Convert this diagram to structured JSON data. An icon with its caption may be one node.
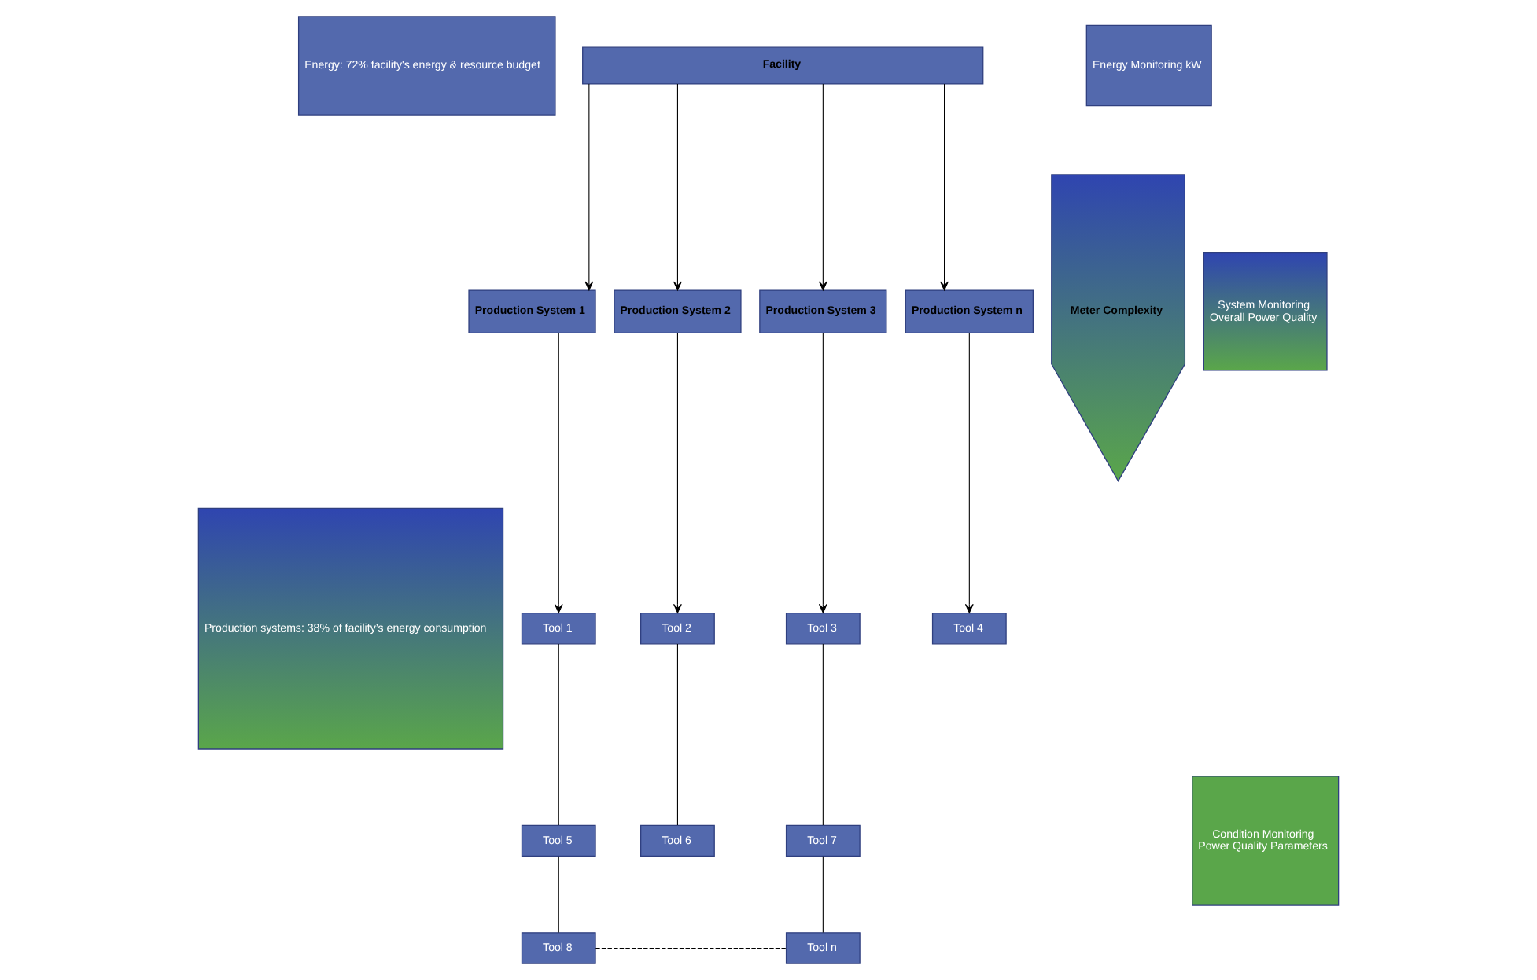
{
  "diagram": {
    "nodes": [
      {
        "text": [
          "Energy: 72% facility's energy & resource budget"
        ]
      },
      {
        "text": [
          "Production systems: 38% of facility’s energy consumption"
        ]
      },
      {
        "text": [
          "Facility"
        ]
      },
      {
        "text": [
          "Production System 1"
        ]
      },
      {
        "text": [
          "Production System 2"
        ]
      },
      {
        "text": [
          "Production System 3"
        ]
      },
      {
        "text": [
          "Production System n"
        ]
      },
      {
        "text": [
          "Tool 1"
        ]
      },
      {
        "text": [
          "Tool 2"
        ]
      },
      {
        "text": [
          "Tool 3"
        ]
      },
      {
        "text": [
          "Tool 4"
        ]
      },
      {
        "text": [
          "Tool 5"
        ]
      },
      {
        "text": [
          "Tool 6"
        ]
      },
      {
        "text": [
          "Tool 7"
        ]
      },
      {
        "text": [
          "Tool 8"
        ]
      },
      {
        "text": [
          "Tool n"
        ]
      },
      {
        "text": [
          "Meter Complexity"
        ]
      },
      {
        "text": [
          "Energy Monitoring kW"
        ]
      },
      {
        "text": [
          "System Monitoring",
          "Overall Power Quality"
        ]
      },
      {
        "text": [
          "Condition Monitoring",
          "Power Quality Parameters"
        ]
      }
    ],
    "edges": [
      {
        "from": 2,
        "to": 3,
        "arrow": "to"
      },
      {
        "from": 2,
        "to": 4,
        "arrow": "to"
      },
      {
        "from": 2,
        "to": 5,
        "arrow": "to"
      },
      {
        "from": 2,
        "to": 6,
        "arrow": "to"
      },
      {
        "from": 3,
        "to": 7,
        "arrow": "to"
      },
      {
        "from": 4,
        "to": 8,
        "arrow": "to"
      },
      {
        "from": 5,
        "to": 9,
        "arrow": "to"
      },
      {
        "from": 6,
        "to": 10,
        "arrow": "to"
      },
      {
        "from": 7,
        "to": 11,
        "arrow": "none"
      },
      {
        "from": 11,
        "to": 14,
        "arrow": "none"
      },
      {
        "from": 8,
        "to": 12,
        "arrow": "none"
      },
      {
        "from": 9,
        "to": 13,
        "arrow": "none"
      },
      {
        "from": 13,
        "to": 15,
        "arrow": "none"
      },
      {
        "from": 14,
        "to": 15,
        "arrow": "none",
        "style": "dashed"
      }
    ]
  }
}
